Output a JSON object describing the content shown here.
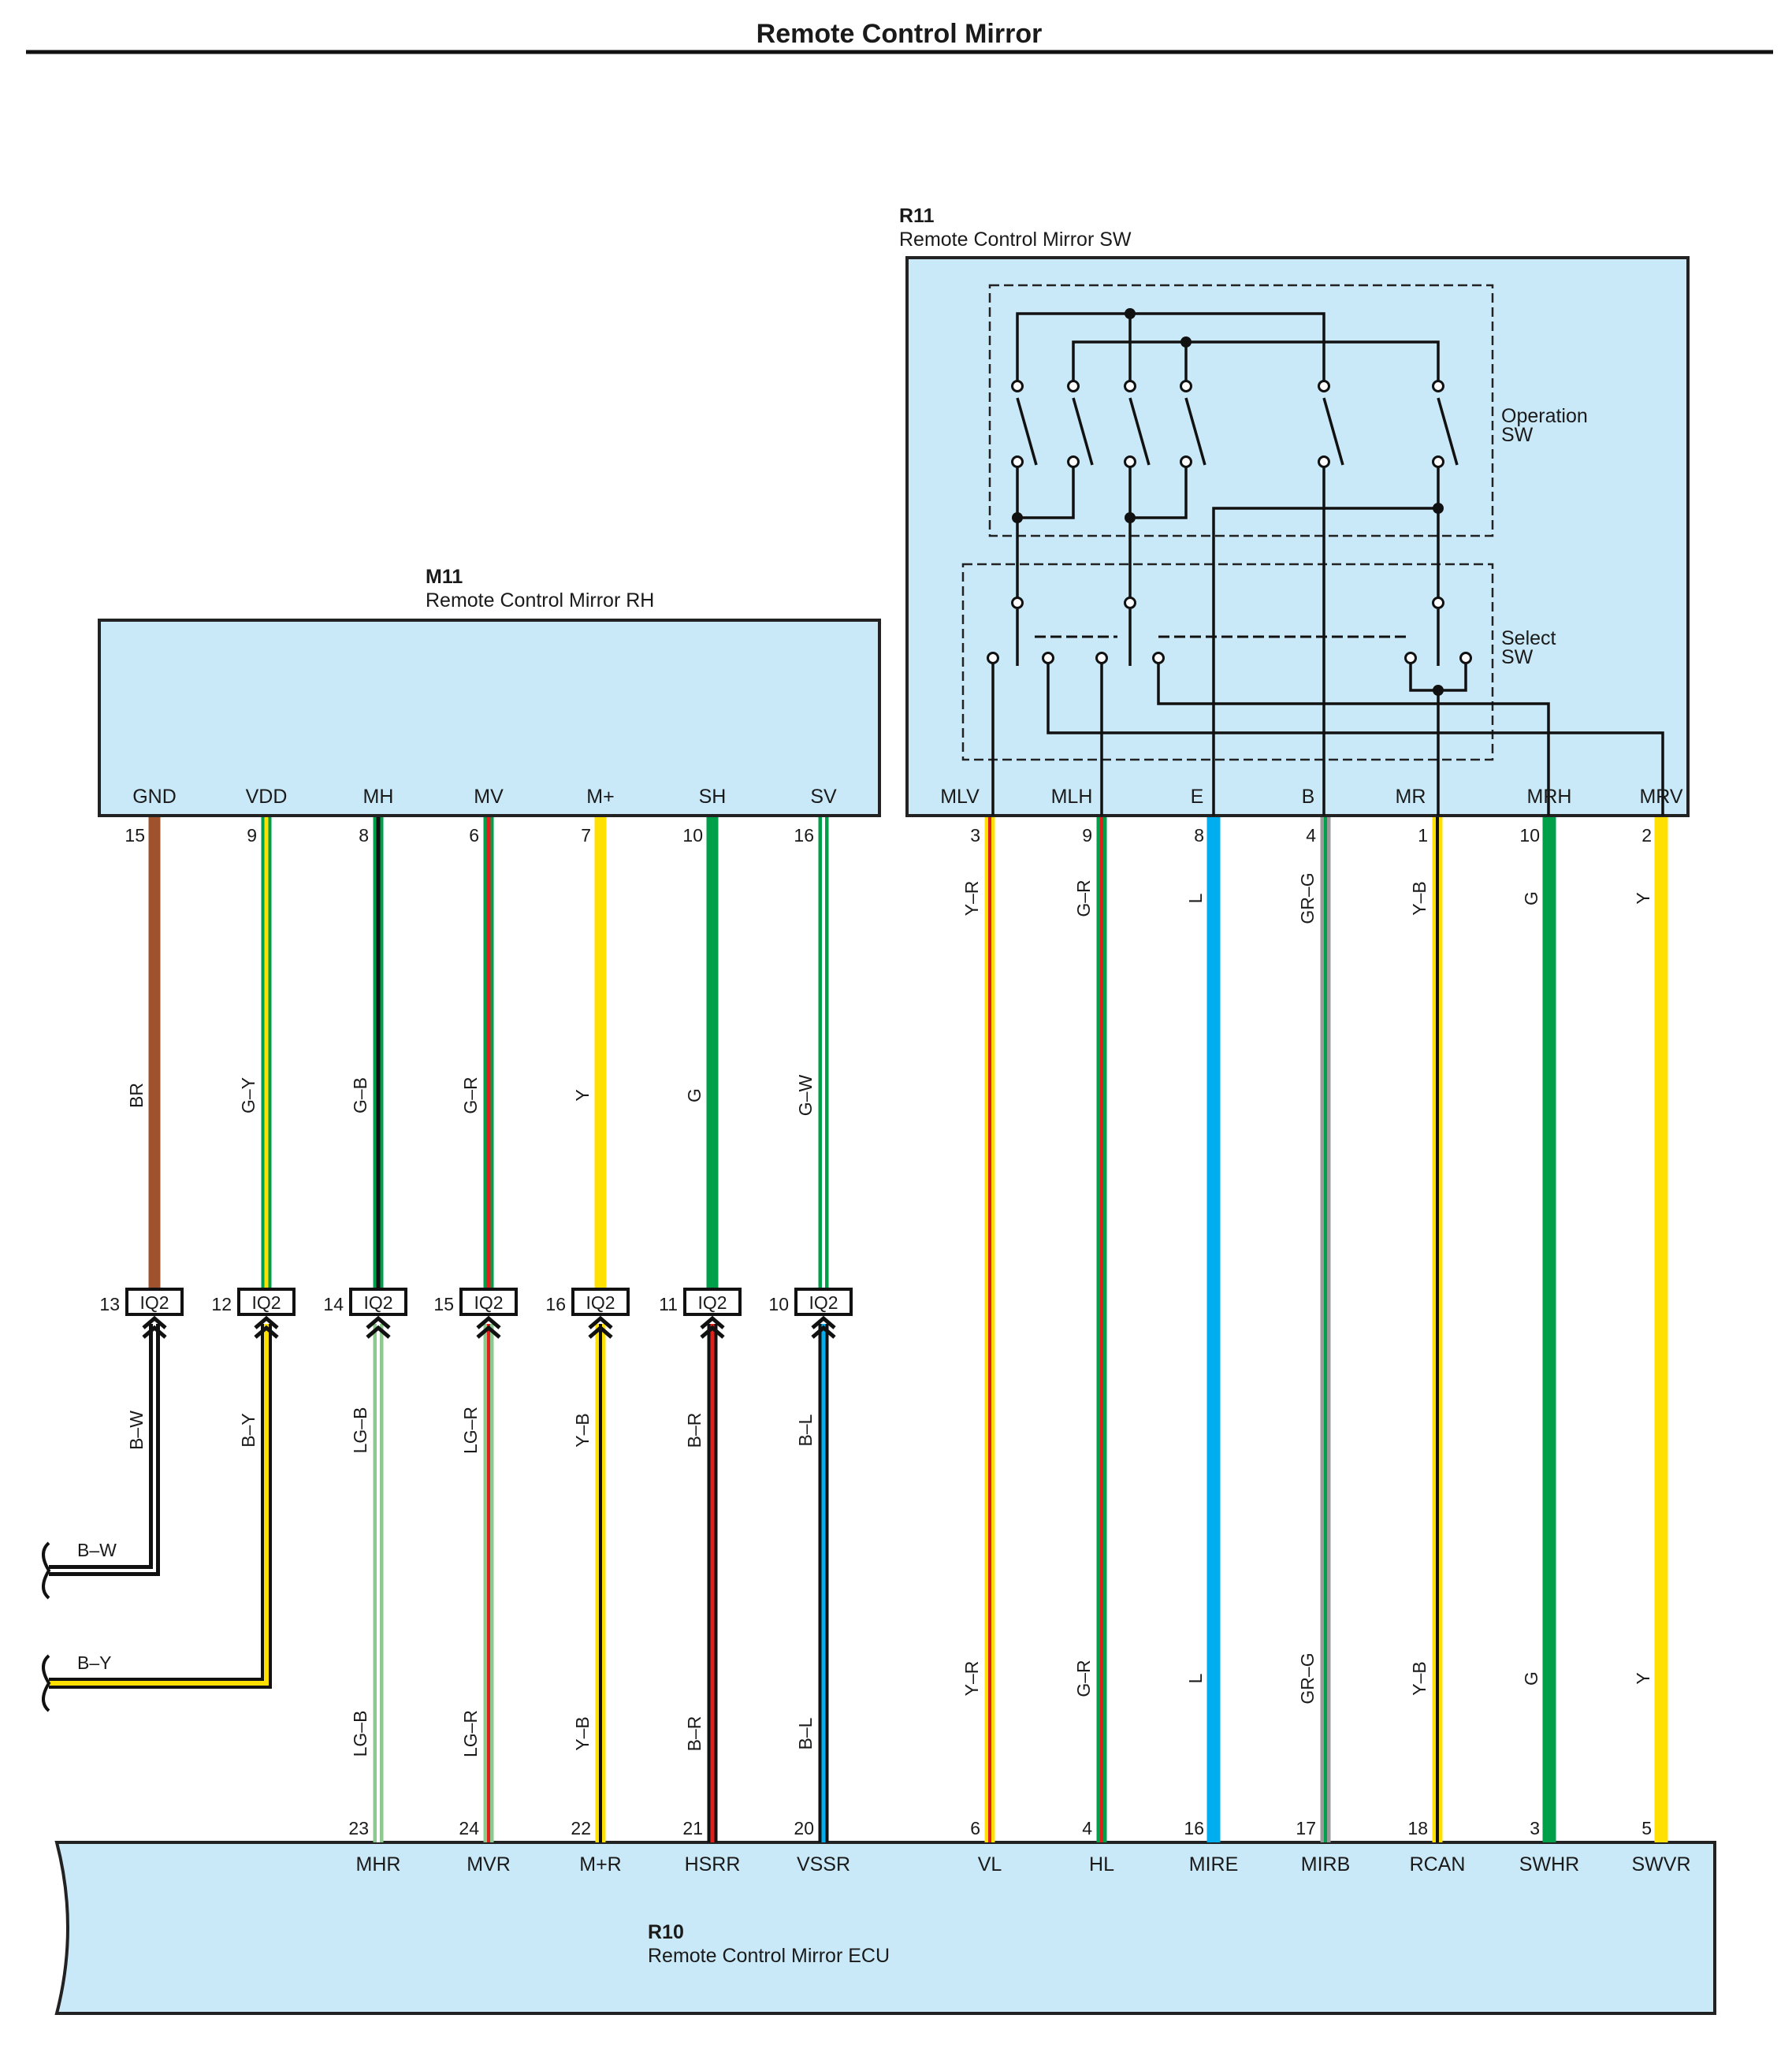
{
  "title": "Remote Control Mirror",
  "colors": {
    "panel_fill": "#c9e9f8",
    "BR": "#a0522d",
    "G": "#00a04b",
    "Y": "#ffe000",
    "B": "#111111",
    "R": "#e0201b",
    "W": "#ffffff",
    "L": "#00adef",
    "GR": "#9a9a9a",
    "LG": "#8dc98e"
  },
  "components": {
    "m11": {
      "code": "M11",
      "name": "Remote Control Mirror RH",
      "terminals": [
        "GND",
        "VDD",
        "MH",
        "MV",
        "M+",
        "SH",
        "SV"
      ]
    },
    "r11": {
      "code": "R11",
      "name": "Remote Control Mirror SW",
      "terminals": [
        "MLV",
        "MLH",
        "E",
        "B",
        "MR",
        "MRH",
        "MRV"
      ],
      "operation_sw": [
        "Operation",
        "SW"
      ],
      "select_sw": [
        "Select",
        "SW"
      ]
    },
    "r10": {
      "code": "R10",
      "name": "Remote Control Mirror ECU",
      "terminals": [
        "MHR",
        "MVR",
        "M+R",
        "HSRR",
        "VSSR",
        "VL",
        "HL",
        "MIRE",
        "MIRB",
        "RCAN",
        "SWHR",
        "SWVR"
      ]
    }
  },
  "junction": {
    "code": "IQ2"
  },
  "left_wires": [
    {
      "m11_pin": "15",
      "upper_color": "BR",
      "iq2_pin": "13",
      "lower_color": "B–W",
      "r10_pin": ""
    },
    {
      "m11_pin": "9",
      "upper_color": "G–Y",
      "iq2_pin": "12",
      "lower_color": "B–Y",
      "r10_pin": ""
    },
    {
      "m11_pin": "8",
      "upper_color": "G–B",
      "iq2_pin": "14",
      "lower_color": "LG–B",
      "r10_pin": "23"
    },
    {
      "m11_pin": "6",
      "upper_color": "G–R",
      "iq2_pin": "15",
      "lower_color": "LG–R",
      "r10_pin": "24"
    },
    {
      "m11_pin": "7",
      "upper_color": "Y",
      "iq2_pin": "16",
      "lower_color": "Y–B",
      "r10_pin": "22"
    },
    {
      "m11_pin": "10",
      "upper_color": "G",
      "iq2_pin": "11",
      "lower_color": "B–R",
      "r10_pin": "21"
    },
    {
      "m11_pin": "16",
      "upper_color": "G–W",
      "iq2_pin": "10",
      "lower_color": "B–L",
      "r10_pin": "20"
    }
  ],
  "ground_leads": [
    {
      "label": "B–W"
    },
    {
      "label": "B–Y"
    }
  ],
  "right_wires": [
    {
      "r11_pin": "3",
      "color": "Y–R",
      "r10_pin": "6"
    },
    {
      "r11_pin": "9",
      "color": "G–R",
      "r10_pin": "4"
    },
    {
      "r11_pin": "8",
      "color": "L",
      "r10_pin": "16"
    },
    {
      "r11_pin": "4",
      "color": "GR–G",
      "r10_pin": "17"
    },
    {
      "r11_pin": "1",
      "color": "Y–B",
      "r10_pin": "18"
    },
    {
      "r11_pin": "10",
      "color": "G",
      "r10_pin": "3"
    },
    {
      "r11_pin": "2",
      "color": "Y",
      "r10_pin": "5"
    }
  ]
}
